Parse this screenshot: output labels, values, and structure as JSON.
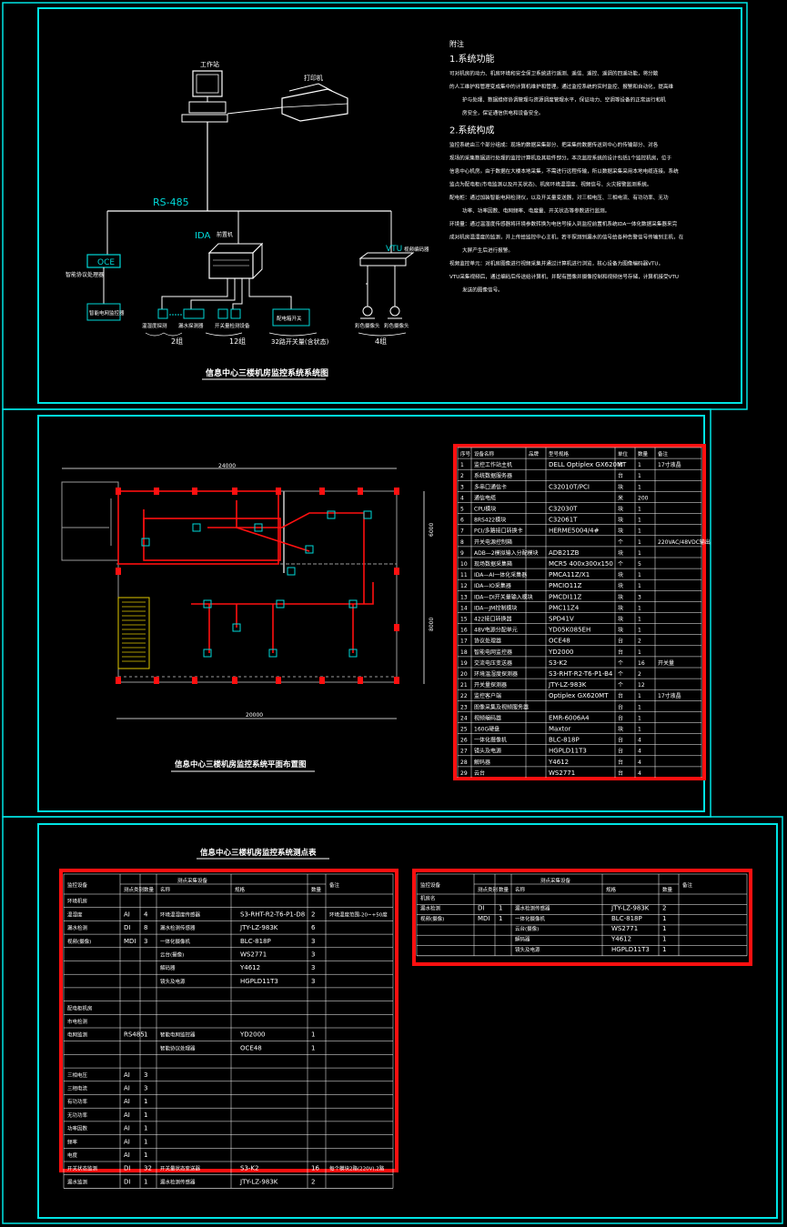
{
  "colors": {
    "frame": "#00e5e5",
    "red": "#ff1010",
    "cyan": "#00d8d8",
    "white": "#ffffff",
    "bg": "#000000"
  },
  "panel1": {
    "title": "信息中心三楼机房监控系统系统图",
    "bus_label": "RS-485",
    "ida_label": "IDA",
    "ida_sub": "前置机",
    "vtu_label": "VTU",
    "vtu_sub": "视频编码器",
    "workstation": "工作站",
    "printer": "打印机",
    "oce_label": "OCE",
    "oce_sub": "智能协议处理器",
    "ups_sub": "智能电网监控器",
    "sensors": [
      {
        "label": "温湿度探测",
        "count": "2组"
      },
      {
        "label": "漏水探测器",
        "count": ""
      },
      {
        "label": "开关量检测设备",
        "count": "12组"
      },
      {
        "label": "配电箱开关",
        "count": "32路开关量(含状态)"
      }
    ],
    "cameras": [
      {
        "label": "彩色摄像头"
      },
      {
        "label": "彩色摄像头"
      }
    ],
    "camera_count": "4组",
    "notes_title": "附注",
    "notes": [
      "1.系统功能",
      "可对机房的动力、机房环境和安全保卫系统进行遥测、遥信、遥控、遥调的四遥功能，将分散",
      "的人工维护和管理变成集中的计算机维护和管理。通过监控系统的实时监控、报警和自动化，提高维",
      "护与处理、数据维修协调管理与资源调度管理水平，保证动力、空调等设备的正常运行和机",
      "房安全，保证通信供电和设备安全。",
      "2.系统构成",
      "监控系统由三个部分组成：现场的数据采集部分、把采集的数据传送到中心的传输部分、对各",
      "现场的采集数据进行处理的监控计算机及其软件部分。本次监控系统的设计包括1个监控机房，位于",
      "信息中心机房。由于数据在大楼本地采集，不需进行远程传输，所以数据采集采用本地电缆连接。系统",
      "监点为配电柜(市电监测以及开关状态)、机房环境温湿度、视频信号、火灾报警监测系统。",
      "配电柜：通过加装智能电网检测仪，以及开关量变送器，对三相电压、三相电流、有功功率、无功",
      "功率、功率因数、电网频率、电度量、开关状态等参数进行监测。",
      "环境量：通过温湿度传感器将环境参数转换为电信号接入到监控前置机系统IDA一体化数据采集器来完",
      "成对机房温湿度的监测，并上传给监控中心主机，若干探测到漏水的信号给各种告警信号传输到主机，在",
      "大屏产生后进行报警。",
      "视频监控单元：对机房图像进行视频采集并通过计算机进行浏览，核心设备为图像编码器VTU，",
      "VTU采集视频后，通过编码后传送给计算机，并配有图像并摄像控制和视频信号存储，计算机接受VTU",
      "发送的图像信号。"
    ]
  },
  "panel2": {
    "title": "信息中心三楼机房监控系统平面布置图",
    "dim_top": "24000",
    "dim_bottom": "20000",
    "dim_right_1": "6000",
    "dim_right_2": "8000",
    "equipment_table": {
      "headers": [
        "序号",
        "设备名称",
        "品牌",
        "型号规格",
        "单位",
        "数量",
        "备注"
      ],
      "rows": [
        [
          "1",
          "监控工作站主机",
          "",
          "DELL Optiplex GX620MT",
          "台",
          "1",
          "17寸液晶"
        ],
        [
          "2",
          "系统数据服务器",
          "",
          "",
          "台",
          "1",
          ""
        ],
        [
          "3",
          "多串口通信卡",
          "",
          "C32010T/PCI",
          "块",
          "1",
          ""
        ],
        [
          "4",
          "通信电缆",
          "",
          "",
          "米",
          "200",
          ""
        ],
        [
          "5",
          "CPU模块",
          "",
          "C32030T",
          "块",
          "1",
          ""
        ],
        [
          "6",
          "8RS422模块",
          "",
          "C32061T",
          "块",
          "1",
          ""
        ],
        [
          "7",
          "PCI/多路接口转换卡",
          "",
          "HERME5004/4#",
          "块",
          "1",
          ""
        ],
        [
          "8",
          "开关电源控制箱",
          "",
          "",
          "个",
          "1",
          "220VAC/48VDC输出"
        ],
        [
          "9",
          "ADB—2模拟输入分配模块",
          "",
          "ADB21ZB",
          "块",
          "1",
          ""
        ],
        [
          "10",
          "现场数据采集箱",
          "",
          "MCR5 400x300x150",
          "个",
          "5",
          ""
        ],
        [
          "11",
          "IDA—AI一体化采集器",
          "",
          "PMCA11Z/X1",
          "块",
          "1",
          ""
        ],
        [
          "12",
          "IDA—IO采集器",
          "",
          "PMCIO11Z",
          "块",
          "1",
          ""
        ],
        [
          "13",
          "IDA—DI开关量输入模块",
          "",
          "PMCDI11Z",
          "块",
          "3",
          ""
        ],
        [
          "14",
          "IDA—JM控制模块",
          "",
          "PMC11Z4",
          "块",
          "1",
          ""
        ],
        [
          "15",
          "422接口转换器",
          "",
          "SPD41V",
          "块",
          "1",
          ""
        ],
        [
          "16",
          "48V电源分配单元",
          "",
          "YD05K085EH",
          "块",
          "1",
          ""
        ],
        [
          "17",
          "协议处理器",
          "",
          "OCE48",
          "台",
          "2",
          ""
        ],
        [
          "18",
          "智能电网监控器",
          "",
          "YD2000",
          "台",
          "1",
          ""
        ],
        [
          "19",
          "交流电压变送器",
          "",
          "S3-K2",
          "个",
          "16",
          "开关量"
        ],
        [
          "20",
          "环境温湿度探测器",
          "",
          "S3-RHT-R2-T6-P1-B4",
          "个",
          "2",
          ""
        ],
        [
          "21",
          "开关量探测器",
          "",
          "JTY-LZ-983K",
          "个",
          "12",
          ""
        ],
        [
          "22",
          "监控客户端",
          "",
          "Optiplex GX620MT",
          "台",
          "1",
          "17寸液晶"
        ],
        [
          "23",
          "图像采集及视频服务器",
          "",
          "",
          "台",
          "1",
          ""
        ],
        [
          "24",
          "视频编码器",
          "",
          "EMR-6006A4",
          "台",
          "1",
          ""
        ],
        [
          "25",
          "160G硬盘",
          "",
          "Maxtor",
          "块",
          "1",
          ""
        ],
        [
          "26",
          "一体化摄像机",
          "",
          "BLC-818P",
          "台",
          "4",
          ""
        ],
        [
          "27",
          "镜头及电源",
          "",
          "HGPLD11T3",
          "台",
          "4",
          ""
        ],
        [
          "28",
          "解码器",
          "",
          "Y4612",
          "台",
          "4",
          ""
        ],
        [
          "29",
          "云台",
          "",
          "WS2771",
          "台",
          "4",
          ""
        ]
      ]
    }
  },
  "panel3": {
    "title": "信息中心三楼机房监控系统测点表",
    "left_table": {
      "group_header": "测点采集设备",
      "col_headers": [
        "监控设备",
        "测点类别",
        "数量",
        "名称",
        "规格",
        "数量",
        "备注"
      ],
      "rows": [
        [
          "环境机房",
          "",
          "",
          "",
          "",
          "",
          ""
        ],
        [
          "温湿度",
          "AI",
          "4",
          "环境温湿度传感器",
          "S3-RHT-R2-T6-P1-D8",
          "2",
          "环境温度范围-20~+50度"
        ],
        [
          "漏水检测",
          "DI",
          "8",
          "漏水检测传感器",
          "JTY-LZ-983K",
          "6",
          ""
        ],
        [
          "视频(摄像)",
          "MDI",
          "3",
          "一体化摄像机",
          "BLC-818P",
          "3",
          ""
        ],
        [
          "",
          "",
          "",
          "云台(摄像)",
          "WS2771",
          "3",
          ""
        ],
        [
          "",
          "",
          "",
          "解码器",
          "Y4612",
          "3",
          ""
        ],
        [
          "",
          "",
          "",
          "镜头及电源",
          "HGPLD11T3",
          "3",
          ""
        ],
        [
          "",
          "",
          "",
          "",
          "",
          "",
          ""
        ],
        [
          "配电柜机房",
          "",
          "",
          "",
          "",
          "",
          ""
        ],
        [
          "市电检测",
          "",
          "",
          "",
          "",
          "",
          ""
        ],
        [
          "电网监测",
          "RS485",
          "1",
          "智能电网监控器",
          "YD2000",
          "1",
          ""
        ],
        [
          "",
          "",
          "",
          "智能协议处理器",
          "OCE48",
          "1",
          ""
        ],
        [
          "",
          "",
          "",
          "",
          "",
          "",
          ""
        ],
        [
          "三相电压",
          "AI",
          "3",
          "",
          "",
          "",
          ""
        ],
        [
          "三相电流",
          "AI",
          "3",
          "",
          "",
          "",
          ""
        ],
        [
          "有功功率",
          "AI",
          "1",
          "",
          "",
          "",
          ""
        ],
        [
          "无功功率",
          "AI",
          "1",
          "",
          "",
          "",
          ""
        ],
        [
          "功率因数",
          "AI",
          "1",
          "",
          "",
          "",
          ""
        ],
        [
          "频率",
          "AI",
          "1",
          "",
          "",
          "",
          ""
        ],
        [
          "电度",
          "AI",
          "1",
          "",
          "",
          "",
          ""
        ],
        [
          "开关状态监测",
          "DI",
          "32",
          "开关量状态变送器",
          "S3-K2",
          "16",
          "每个模块2路(220V),2路"
        ],
        [
          "漏水监测",
          "DI",
          "1",
          "漏水检测传感器",
          "JTY-LZ-983K",
          "2",
          ""
        ]
      ]
    },
    "right_table": {
      "group_header": "测点采集设备",
      "col_headers": [
        "监控设备",
        "测点类别",
        "数量",
        "名称",
        "规格",
        "数量",
        "备注"
      ],
      "rows": [
        [
          "机房名",
          "",
          "",
          "",
          "",
          "",
          ""
        ],
        [
          "漏水检测",
          "DI",
          "1",
          "漏水检测传感器",
          "JTY-LZ-983K",
          "2",
          ""
        ],
        [
          "视频(摄像)",
          "MDI",
          "1",
          "一体化摄像机",
          "BLC-818P",
          "1",
          ""
        ],
        [
          "",
          "",
          "",
          "云台(摄像)",
          "WS2771",
          "1",
          ""
        ],
        [
          "",
          "",
          "",
          "解码器",
          "Y4612",
          "1",
          ""
        ],
        [
          "",
          "",
          "",
          "镜头及电源",
          "HGPLD11T3",
          "1",
          ""
        ]
      ]
    }
  }
}
